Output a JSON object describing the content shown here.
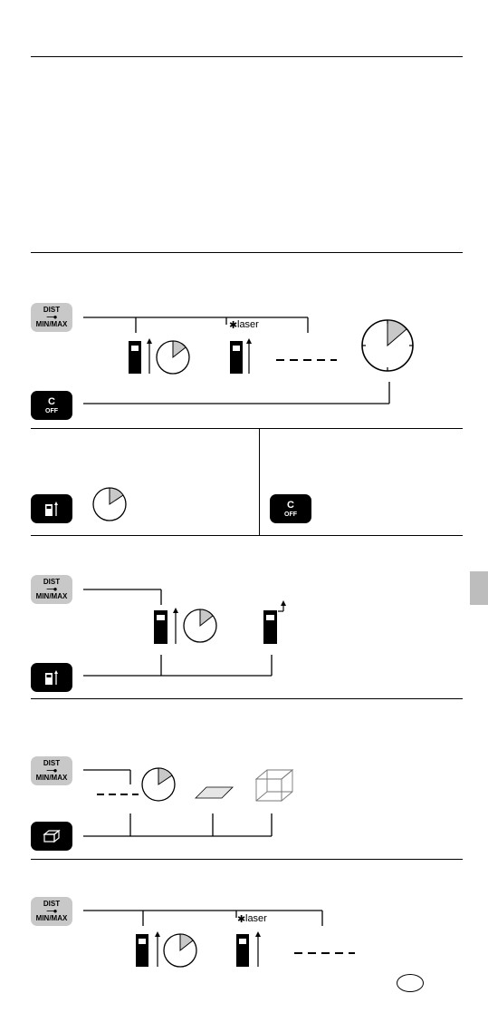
{
  "keys": {
    "dist_top": "DIST",
    "dist_bottom": "MIN/MAX",
    "c_top": "C",
    "c_bottom": "OFF"
  },
  "labels": {
    "laser": "laser"
  },
  "icons": {
    "laser_star": "asterisk-icon",
    "reference_key": "device-reference-icon",
    "area_volume_key": "area-volume-icon",
    "timer": "clock-timer-icon",
    "device": "device-icon",
    "language_oval": "country-code-oval"
  }
}
